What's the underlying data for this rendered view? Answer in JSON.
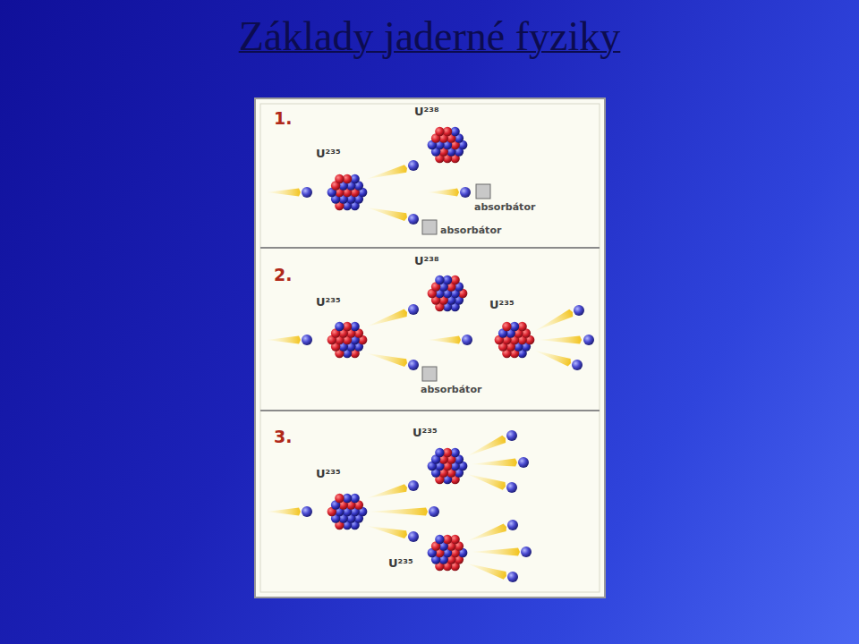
{
  "diagram": {
    "title": "Základy jaderné fyziky",
    "labels": [
      "1.",
      "U²³⁸",
      "U²³⁵",
      "absorbátor",
      "absorbátor",
      "2.",
      "U²³⁸",
      "U²³⁵",
      "U²³⁵",
      "absorbátor",
      "3.",
      "U²³⁵",
      "U²³⁵",
      "U²³⁵"
    ]
  }
}
